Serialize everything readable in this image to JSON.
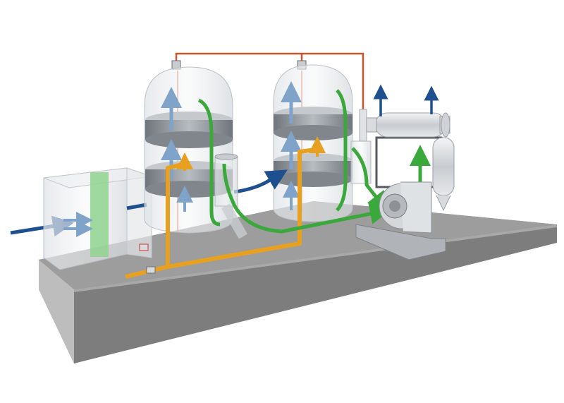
{
  "diagram": {
    "kind": "industrial adsorption gas treatment unit (isometric illustration)",
    "labels": []
  },
  "components": [
    {
      "id": "pre-filter-box",
      "icon": "filter-box-icon"
    },
    {
      "id": "adsorber-tower-1",
      "icon": "tower-icon"
    },
    {
      "id": "adsorber-tower-2",
      "icon": "tower-icon"
    },
    {
      "id": "heat-exchanger",
      "icon": "cylinder-icon"
    },
    {
      "id": "centrifugal-fan",
      "icon": "fan-icon"
    },
    {
      "id": "separator-vessel",
      "icon": "vessel-icon"
    },
    {
      "id": "skid-base",
      "icon": "platform-icon"
    }
  ],
  "colors": {
    "inlet_flow": "#1e4f8f",
    "exhaust_flow": "#1e4f8f",
    "green_flow": "#3aa83a",
    "orange_flow": "#e8a020",
    "steam_line": "#c8552a",
    "glass_fill": "#e9ecef",
    "bed_fill": "#8f9499",
    "base_top": "#9a9a9a",
    "base_front": "#7a7a7a",
    "filter_band": "#8fd38f"
  }
}
